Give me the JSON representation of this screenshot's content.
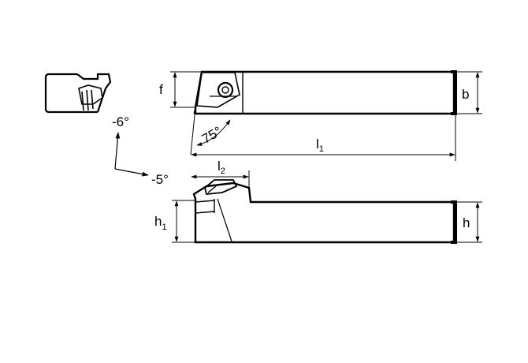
{
  "labels": {
    "f": "f",
    "b": "b",
    "angle_75": "75°",
    "l1_main": "l",
    "l1_sub": "1",
    "l2_main": "l",
    "l2_sub": "2",
    "h1_main": "h",
    "h1_sub": "1",
    "h": "h",
    "rake_angle": "-6°",
    "inclination_angle": "-5°"
  }
}
